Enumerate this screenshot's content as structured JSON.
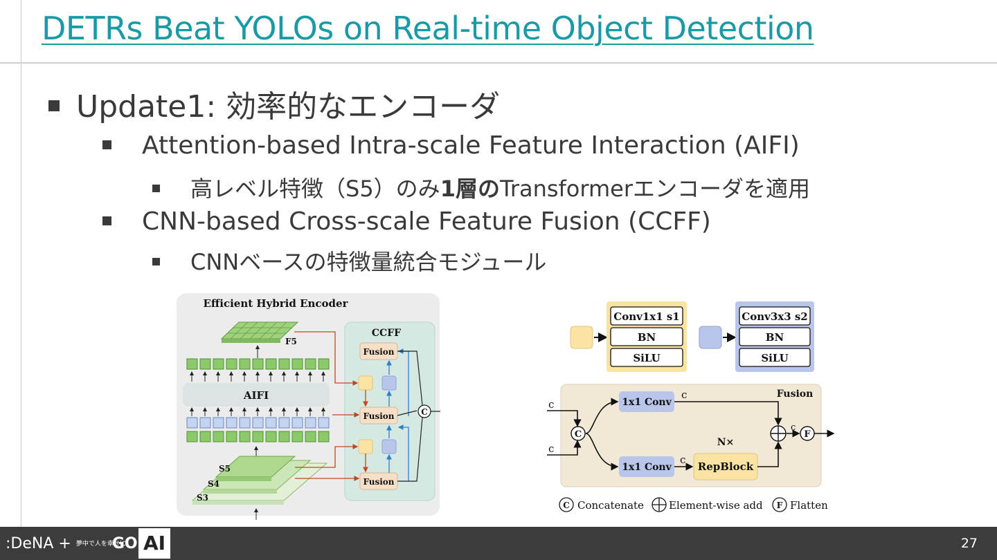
{
  "slide": {
    "title": "DETRs Beat YOLOs on Real-time Object Detection",
    "page_number": "27"
  },
  "bullets": {
    "level1": "Update1: 効率的なエンコーダ",
    "aifi": "Attention-based Intra-scale Feature Interaction (AIFI)",
    "aifi_sub_pre": "高レベル特徴（S5）のみ",
    "aifi_sub_bold": "1層の",
    "aifi_sub_post": "Transformerエンコーダを適用",
    "ccff": "CNN-based Cross-scale Feature Fusion (CCFF)",
    "ccff_sub": "CNNベースの特徴量統合モジュール"
  },
  "figure_left": {
    "title": "Efficient Hybrid Encoder",
    "ccff_label": "CCFF",
    "aifi_label": "AIFI",
    "fusion_label": "Fusion",
    "f5": "F5",
    "s5": "S5",
    "s4": "S4",
    "s3": "S3",
    "concat_symbol": "C"
  },
  "figure_right": {
    "conv1_label": "Conv1x1 s1",
    "conv3_label": "Conv3x3 s2",
    "bn": "BN",
    "silu": "SiLU",
    "fusion_title": "Fusion",
    "conv_a": "1x1 Conv",
    "conv_b": "1x1 Conv",
    "repblock": "RepBlock",
    "nx": "N×",
    "c": "c",
    "concat_symbol": "C",
    "flatten_symbol": "F",
    "legend_concat": "Concatenate",
    "legend_add": "Element-wise add",
    "legend_flatten": "Flatten"
  },
  "footer": {
    "logo_text": ":DeNA + ",
    "logo_small": "夢中で人を幸せに。",
    "logo_go": "GO",
    "ai_label": "AI"
  },
  "colors": {
    "title": "#1a9aa6",
    "yellow_block": "#fbe3a3",
    "blue_block": "#b9c6ea",
    "green_block": "#a8d08d",
    "ccff_bg": "#d5e8e2",
    "fusion_bg": "#f2e8d6",
    "footer_bg": "#3c3c3c"
  }
}
